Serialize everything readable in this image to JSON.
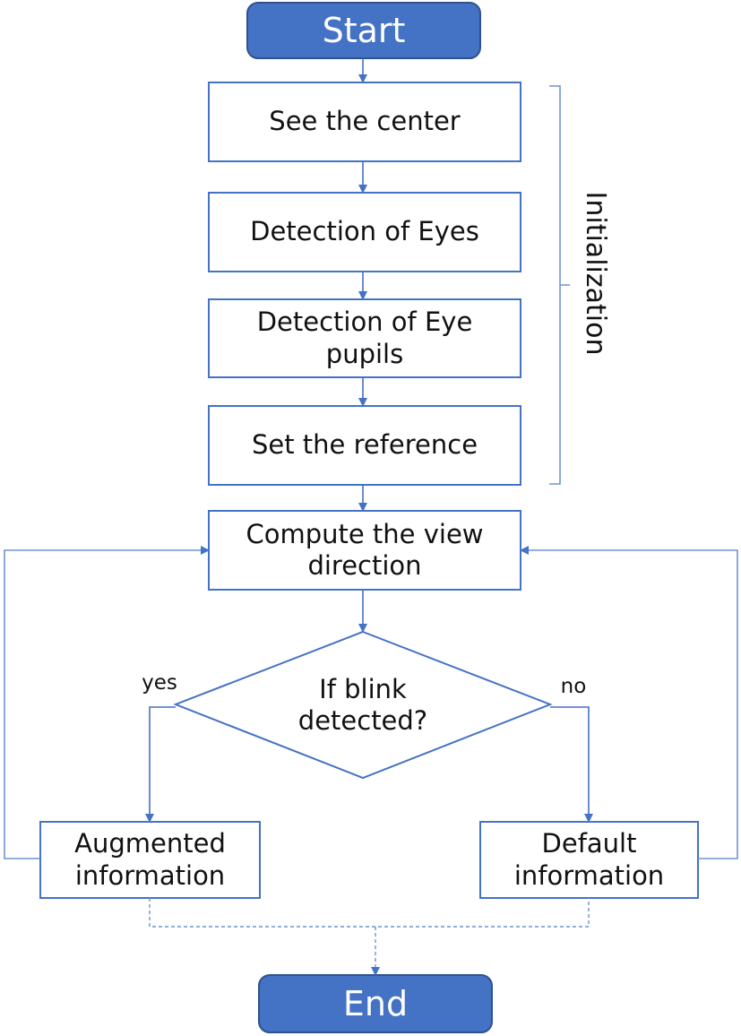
{
  "colors": {
    "terminal_fill": "#4472c4",
    "terminal_stroke": "#2f528f",
    "box_stroke": "#4472c4",
    "arrow": "#4472c4",
    "loop_line": "#6f93d1"
  },
  "nodes": {
    "start": "Start",
    "see_center": "See the center",
    "detect_eyes": "Detection of Eyes",
    "detect_pupils": "Detection of Eye pupils",
    "set_reference": "Set the reference",
    "compute_view": "Compute the view direction",
    "blink_decision": "If blink detected?",
    "augmented": "Augmented information",
    "default": "Default information",
    "end": "End"
  },
  "edges": {
    "yes": "yes",
    "no": "no"
  },
  "groups": {
    "initialization": "Initialization"
  }
}
